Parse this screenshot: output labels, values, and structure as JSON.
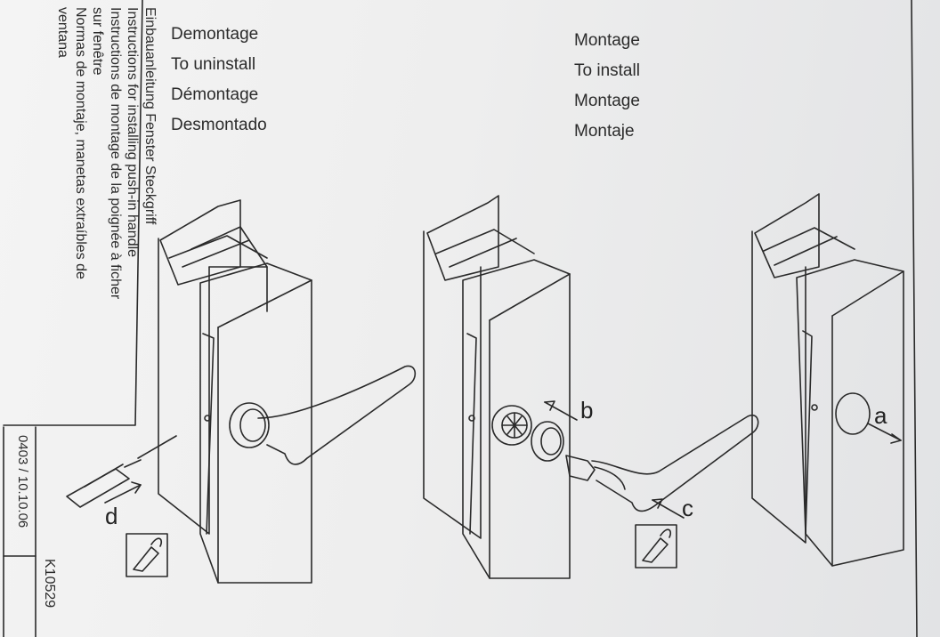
{
  "sidebar": {
    "lines": [
      "Einbauanleitung Fenster Steckgriff",
      "Instructions for installing push-in handle",
      "Instructions de montage de la poignée à ficher",
      "sur fenêtre",
      "Normas de montaje, manetas extraíbles de",
      "ventana"
    ],
    "date_code": "0403 / 10.10.06",
    "part_code": "K10529"
  },
  "left_headings": [
    "Demontage",
    "To uninstall",
    "Démontage",
    "Desmontado"
  ],
  "right_headings": [
    "Montage",
    "To install",
    "Montage",
    "Montaje"
  ],
  "step_labels": {
    "a": "a",
    "b": "b",
    "c": "c",
    "d": "d"
  },
  "colors": {
    "ink": "#2b2b2b",
    "paper": "#efefef"
  },
  "icons": [
    "screwdriver-icon",
    "hand-tool-icon",
    "arrow-icon"
  ]
}
